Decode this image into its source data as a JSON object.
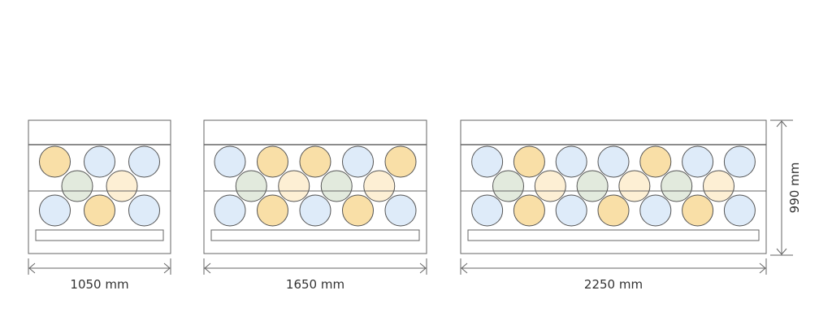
{
  "colors": {
    "orange": "#f8dca0",
    "blue": "#dbe9f8",
    "green": "#dfe8da",
    "cream": "#fdeed0",
    "stroke": "#555555",
    "frame": "#666666"
  },
  "units": [
    {
      "width_label": "1050 mm",
      "top_row": [
        "orange",
        "blue",
        "blue"
      ],
      "middle_row": [
        "green",
        "cream"
      ],
      "bottom_row": [
        "blue",
        "orange",
        "blue"
      ]
    },
    {
      "width_label": "1650 mm",
      "top_row": [
        "blue",
        "orange",
        "orange",
        "blue",
        "orange"
      ],
      "middle_row": [
        "green",
        "cream",
        "green",
        "cream"
      ],
      "bottom_row": [
        "blue",
        "orange",
        "blue",
        "orange",
        "blue"
      ]
    },
    {
      "width_label": "2250 mm",
      "top_row": [
        "blue",
        "orange",
        "blue",
        "blue",
        "orange",
        "blue",
        "blue"
      ],
      "middle_row": [
        "green",
        "cream",
        "green",
        "cream",
        "green",
        "cream"
      ],
      "bottom_row": [
        "blue",
        "orange",
        "blue",
        "orange",
        "blue",
        "orange",
        "blue"
      ]
    }
  ],
  "height_label": "990 mm"
}
